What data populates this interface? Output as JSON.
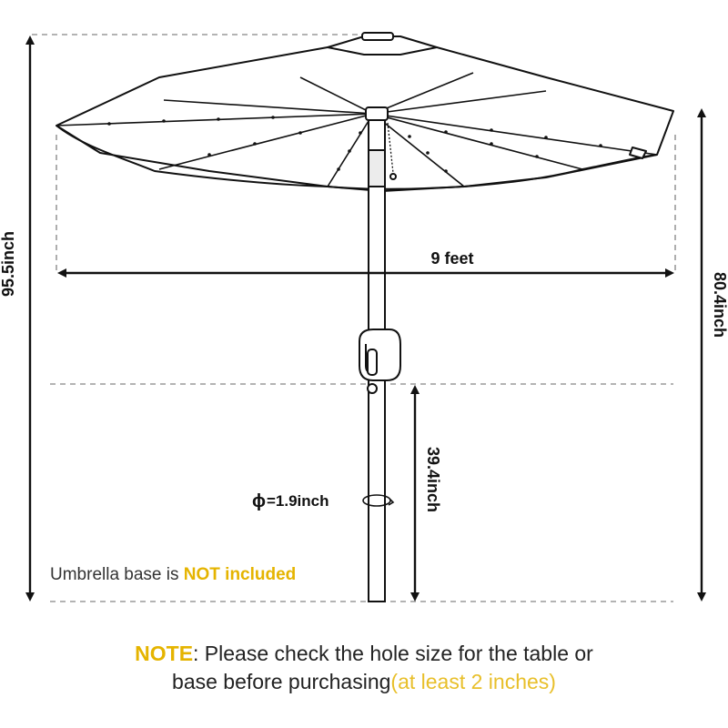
{
  "dimensions": {
    "total_height": "95.5inch",
    "canopy_width": "9 feet",
    "canopy_height": "80.4inch",
    "crank_height": "39.4inch",
    "pole_diameter": "=1.9inch",
    "diameter_symbol": "ϕ"
  },
  "base_note": {
    "prefix": "Umbrella base is ",
    "highlight": "NOT included"
  },
  "purchase_note": {
    "label": "NOTE",
    "line1": ": Please check the hole size for the table or",
    "line2": "base before purchasing",
    "aside": "(at least 2 inches)"
  },
  "colors": {
    "highlight": "#e5b400",
    "line": "#111111",
    "guide": "#999999"
  }
}
